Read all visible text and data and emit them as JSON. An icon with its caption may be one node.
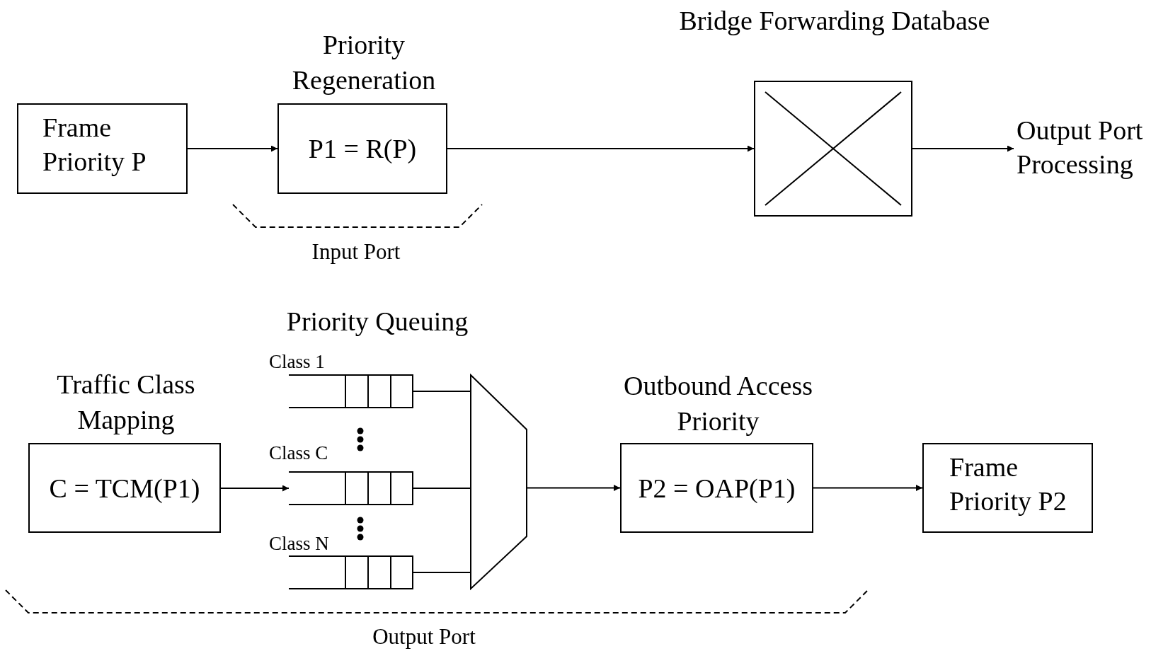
{
  "diagram": {
    "nodes": [
      {
        "text": [
          "Frame Priority P"
        ]
      },
      {
        "text": [
          "Priority Regeneration",
          "P1 = R(P)"
        ]
      },
      {
        "text": [
          "Bridge Forwarding Database"
        ]
      },
      {
        "text": [
          "Output Port Processing"
        ]
      },
      {
        "text": [
          "Traffic Class Mapping",
          "C = TCM(P1)"
        ]
      },
      {
        "text": [],
        "shape": "queue",
        "beside": [
          "Class 1"
        ]
      },
      {
        "text": [],
        "shape": "queue",
        "beside": [
          "Class C"
        ]
      },
      {
        "text": [],
        "shape": "queue",
        "beside": [
          "Class N"
        ]
      },
      {
        "text": [],
        "shape": "trapezoid"
      },
      {
        "text": [
          "Outbound Access Priority",
          "P2 = OAP(P1)"
        ]
      },
      {
        "text": [
          "Frame Priority P2"
        ]
      }
    ],
    "edges": [
      {
        "from": 0,
        "to": 1,
        "arrow": "to"
      },
      {
        "from": 1,
        "to": 2,
        "arrow": "to"
      },
      {
        "from": 2,
        "to": 3,
        "arrow": "to"
      },
      {
        "from": 4,
        "to": 6,
        "arrow": "to"
      },
      {
        "from": 5,
        "to": 8,
        "arrow": "none"
      },
      {
        "from": 6,
        "to": 8,
        "arrow": "none"
      },
      {
        "from": 7,
        "to": 8,
        "arrow": "none"
      },
      {
        "from": 8,
        "to": 9,
        "arrow": "to"
      },
      {
        "from": 9,
        "to": 10,
        "arrow": "to"
      }
    ],
    "labels": [
      "Input Port",
      "Priority Queuing",
      "Output Port"
    ]
  }
}
